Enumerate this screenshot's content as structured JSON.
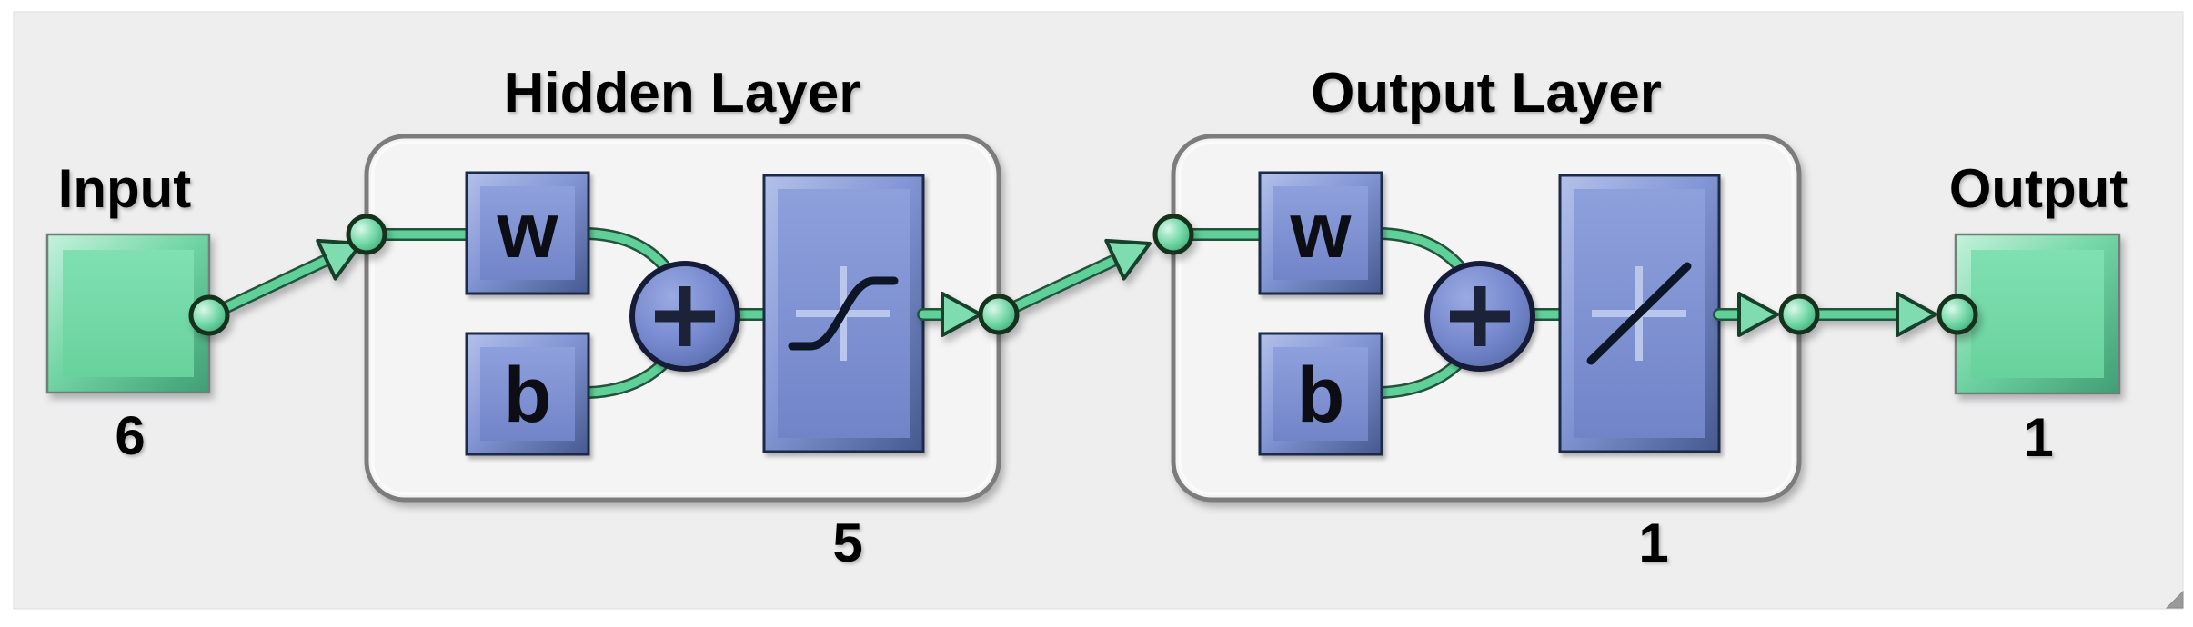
{
  "window": {
    "background": "#ffffff",
    "panel_color": "#eeeeef"
  },
  "diagram": {
    "input": {
      "label": "Input",
      "size": "6"
    },
    "layers": [
      {
        "title": "Hidden Layer",
        "weight_label": "w",
        "bias_label": "b",
        "sum_icon": "plus",
        "transfer_icon": "tansig-sigmoid",
        "neurons": "5"
      },
      {
        "title": "Output Layer",
        "weight_label": "w",
        "bias_label": "b",
        "sum_icon": "plus",
        "transfer_icon": "purelin-linear",
        "neurons": "1"
      }
    ],
    "output": {
      "label": "Output",
      "size": "1"
    },
    "colors": {
      "block_blue": "#7b8ed0",
      "block_green": "#74d7a6",
      "connector_green": "#5fd098",
      "panel_gray": "#eeeeef"
    }
  }
}
